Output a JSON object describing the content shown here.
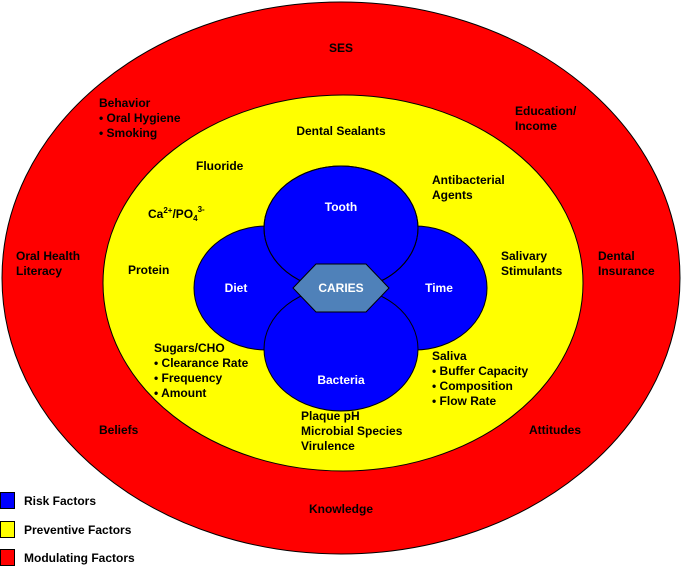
{
  "colors": {
    "risk": "#0000ff",
    "preventive": "#ffff00",
    "modulating": "#ff0000",
    "caries": "#4f81b9"
  },
  "outer_ring": {
    "ses": "SES",
    "behavior": [
      "Behavior",
      "• Oral Hygiene",
      "• Smoking"
    ],
    "education": [
      "Education/",
      "Income"
    ],
    "oral_health_literacy": [
      "Oral Health",
      "Literacy"
    ],
    "dental_insurance": [
      "Dental",
      "Insurance"
    ],
    "beliefs": "Beliefs",
    "attitudes": "Attitudes",
    "knowledge": "Knowledge"
  },
  "middle_ring": {
    "dental_sealants": "Dental Sealants",
    "fluoride": "Fluoride",
    "antibacterial": [
      "Antibacterial",
      "Agents"
    ],
    "ca_po4": {
      "ca": "Ca",
      "ca_sup": "2+",
      "po": "/PO",
      "po_sub": "4",
      "po_sup": "3-"
    },
    "protein": "Protein",
    "salivary_stimulants": [
      "Salivary",
      "Stimulants"
    ],
    "sugars": [
      "Sugars/CHO",
      "• Clearance Rate",
      "• Frequency",
      "• Amount"
    ],
    "saliva": [
      "Saliva",
      "• Buffer Capacity",
      "• Composition",
      "• Flow Rate"
    ],
    "plaque": [
      "Plaque  pH",
      "Microbial Species",
      "Virulence"
    ]
  },
  "core": {
    "tooth": "Tooth",
    "diet": "Diet",
    "time": "Time",
    "bacteria": "Bacteria",
    "caries": "CARIES"
  },
  "legend": [
    {
      "label": "Risk Factors",
      "color": "#0000ff"
    },
    {
      "label": "Preventive Factors",
      "color": "#ffff00"
    },
    {
      "label": "Modulating Factors",
      "color": "#ff0000"
    }
  ]
}
